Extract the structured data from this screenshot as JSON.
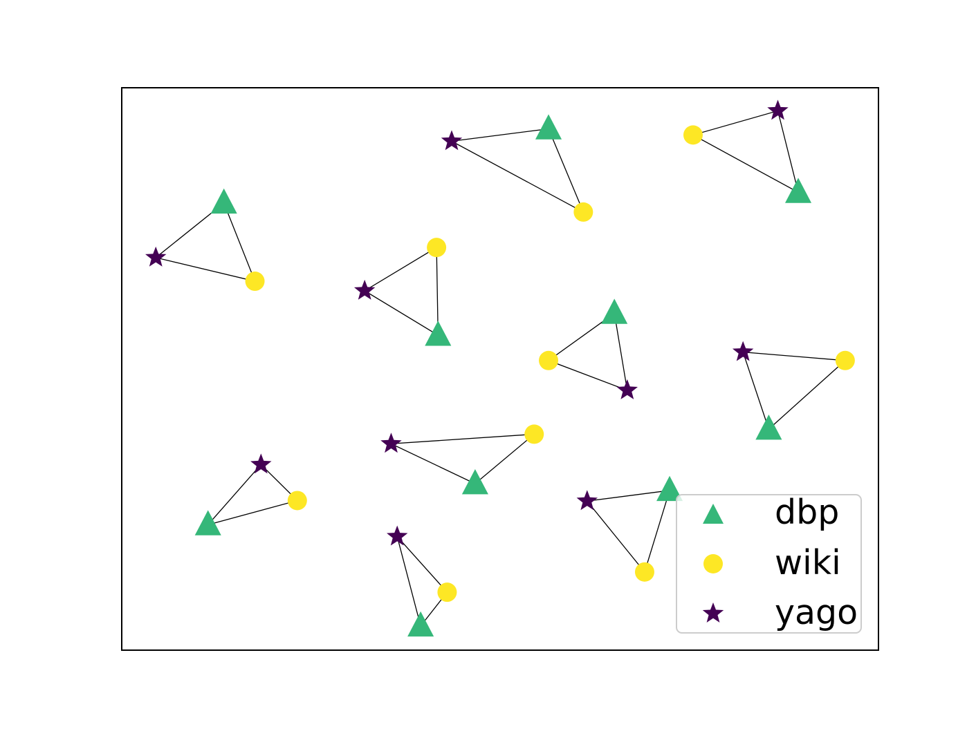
{
  "chart_data": {
    "type": "scatter",
    "title": "",
    "xlabel": "",
    "ylabel": "",
    "xlim": [
      0,
      100
    ],
    "ylim": [
      0,
      100
    ],
    "grid": false,
    "axes_ticks": false,
    "legend_placement": "bottom-right",
    "series": [
      {
        "name": "dbp",
        "marker": "triangle",
        "color": "#35b779",
        "points": [
          {
            "x": 56.4,
            "y": 92.7
          },
          {
            "x": 89.4,
            "y": 81.4
          },
          {
            "x": 13.5,
            "y": 79.5
          },
          {
            "x": 41.8,
            "y": 56.0
          },
          {
            "x": 65.1,
            "y": 59.9
          },
          {
            "x": 85.5,
            "y": 39.3
          },
          {
            "x": 46.7,
            "y": 29.6
          },
          {
            "x": 72.4,
            "y": 28.4
          },
          {
            "x": 11.4,
            "y": 22.3
          },
          {
            "x": 39.5,
            "y": 4.3
          }
        ]
      },
      {
        "name": "wiki",
        "marker": "circle",
        "color": "#fde725",
        "points": [
          {
            "x": 61.0,
            "y": 77.9
          },
          {
            "x": 75.5,
            "y": 91.6
          },
          {
            "x": 17.6,
            "y": 65.6
          },
          {
            "x": 41.6,
            "y": 71.6
          },
          {
            "x": 56.4,
            "y": 51.5
          },
          {
            "x": 95.6,
            "y": 51.5
          },
          {
            "x": 54.5,
            "y": 38.4
          },
          {
            "x": 23.2,
            "y": 26.6
          },
          {
            "x": 69.1,
            "y": 13.9
          },
          {
            "x": 43.0,
            "y": 10.3
          }
        ]
      },
      {
        "name": "yago",
        "marker": "star",
        "color": "#440154",
        "points": [
          {
            "x": 43.6,
            "y": 90.5
          },
          {
            "x": 86.7,
            "y": 95.9
          },
          {
            "x": 4.5,
            "y": 69.8
          },
          {
            "x": 32.1,
            "y": 63.9
          },
          {
            "x": 66.8,
            "y": 46.2
          },
          {
            "x": 82.1,
            "y": 53.0
          },
          {
            "x": 35.6,
            "y": 36.7
          },
          {
            "x": 61.5,
            "y": 26.5
          },
          {
            "x": 18.4,
            "y": 33.0
          },
          {
            "x": 36.4,
            "y": 20.2
          }
        ]
      }
    ],
    "triangles": [
      {
        "dbp": 0,
        "wiki": 0,
        "yago": 0
      },
      {
        "dbp": 1,
        "wiki": 1,
        "yago": 1
      },
      {
        "dbp": 2,
        "wiki": 2,
        "yago": 2
      },
      {
        "dbp": 3,
        "wiki": 3,
        "yago": 3
      },
      {
        "dbp": 4,
        "wiki": 4,
        "yago": 4
      },
      {
        "dbp": 5,
        "wiki": 5,
        "yago": 5
      },
      {
        "dbp": 6,
        "wiki": 6,
        "yago": 6
      },
      {
        "dbp": 7,
        "wiki": 8,
        "yago": 7
      },
      {
        "dbp": 8,
        "wiki": 7,
        "yago": 8
      },
      {
        "dbp": 9,
        "wiki": 9,
        "yago": 9
      }
    ]
  }
}
